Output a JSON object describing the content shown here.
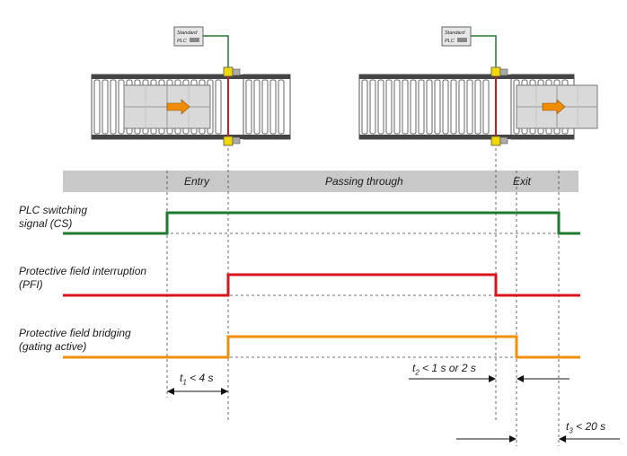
{
  "plc": {
    "line1": "Standard",
    "line2": "PLC"
  },
  "phases": {
    "entry": "Entry",
    "passing": "Passing through",
    "exit": "Exit"
  },
  "signals": {
    "cs": {
      "line1": "PLC switching",
      "line2": "signal (CS)",
      "color": "#1e7a2e"
    },
    "pfi": {
      "line1": "Protective field interruption",
      "line2": "(PFI)",
      "color": "#d8141c"
    },
    "gating": {
      "line1": "Protective field bridging",
      "line2": "(gating active)",
      "color": "#f0900a"
    }
  },
  "timing": {
    "t1": {
      "sym": "t",
      "sub": "1",
      "rest": " < 4 s"
    },
    "t2": {
      "sym": "t",
      "sub": "2",
      "rest": " < 1 s or 2 s"
    },
    "t3": {
      "sym": "t",
      "sub": "3",
      "rest": " < 20 s"
    }
  },
  "colors": {
    "phase_bar": "#c8c8c8",
    "sensor": "#f0d800",
    "package": "#d9d9d9",
    "arrow": "#f08c00"
  }
}
